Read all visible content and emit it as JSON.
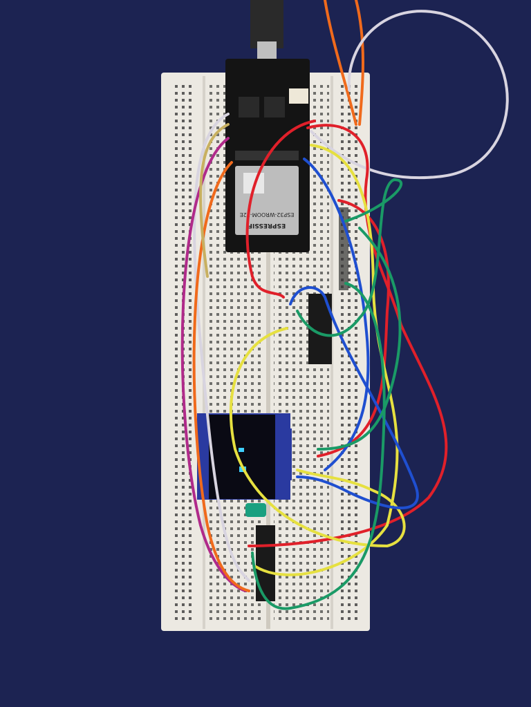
{
  "scene": {
    "subject": "breadboard-prototype",
    "module_brand": "ESPRESSIF",
    "module_model": "ESP32-WROOM-32E",
    "colors": {
      "background": "#1c2352",
      "breadboard": "#ece9e2",
      "pcb": "#141414",
      "wire_red": "#e0202a",
      "wire_orange": "#f06a1c",
      "wire_yellow": "#e6e040",
      "wire_green": "#1a9a66",
      "wire_blue": "#1f4fd0",
      "wire_white": "#d8d4e0",
      "wire_magenta": "#b02a8a",
      "sensor_blue": "#2a3aa0"
    }
  }
}
